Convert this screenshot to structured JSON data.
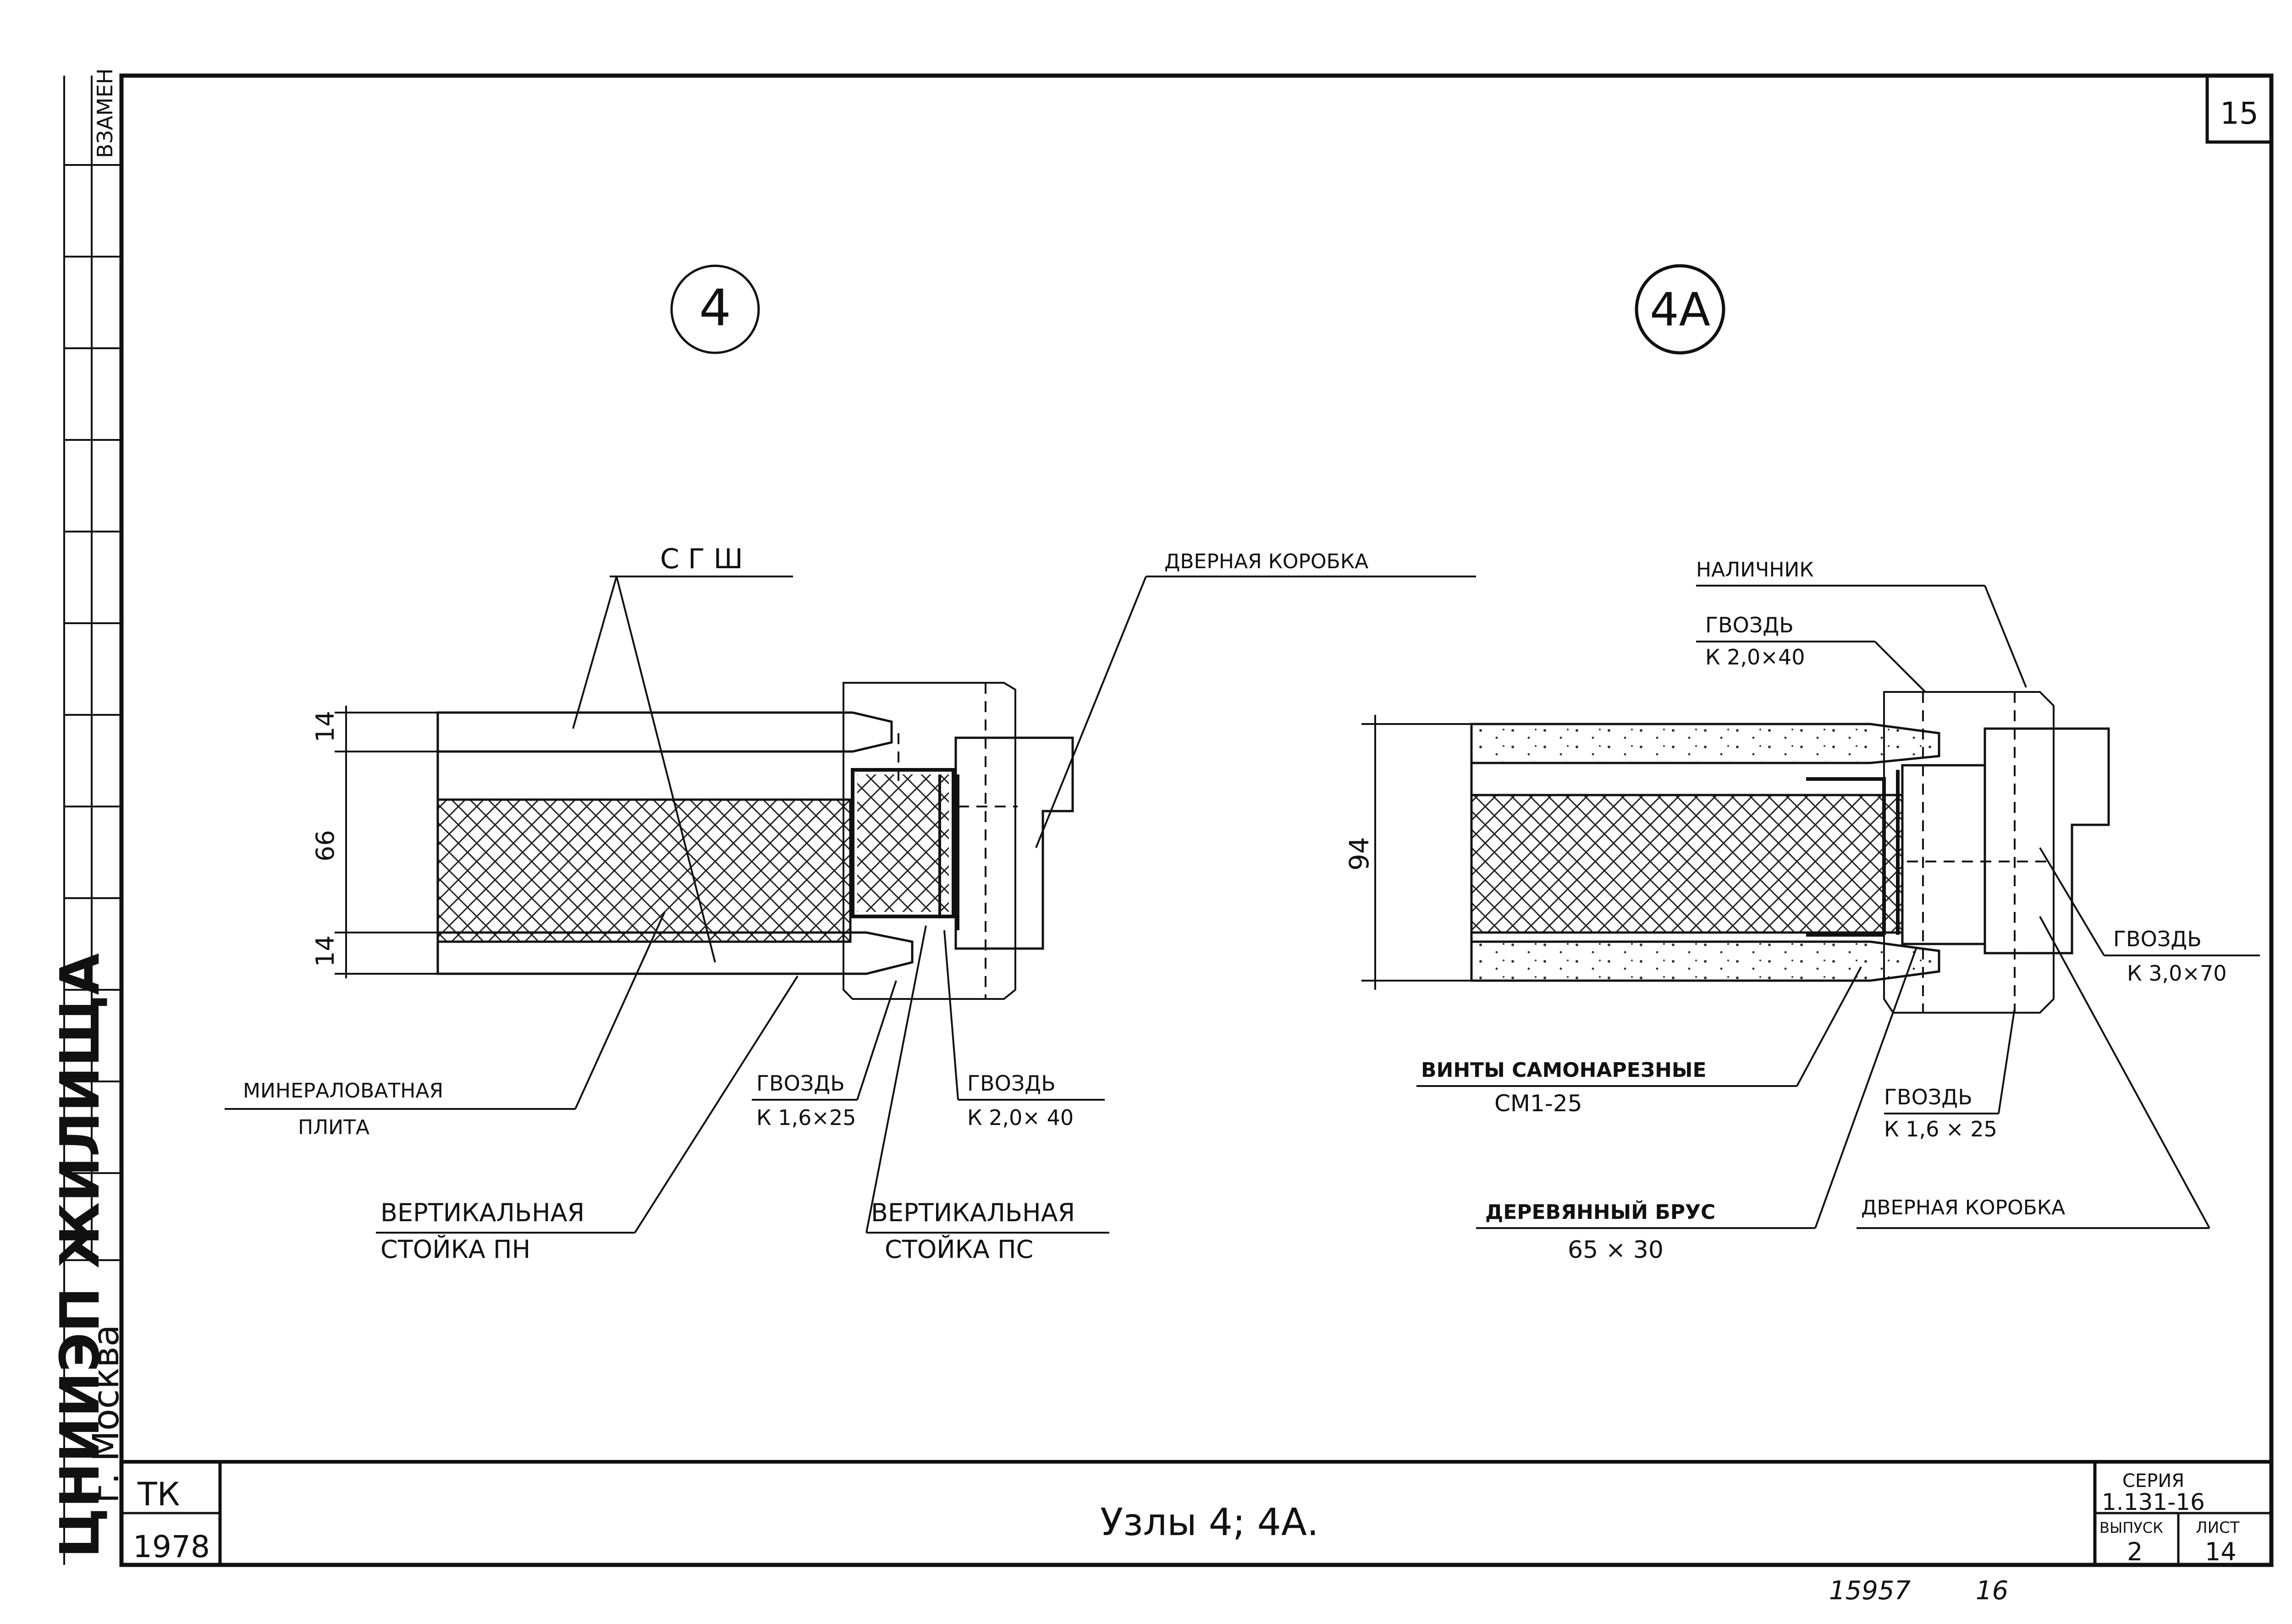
{
  "sheet_number": "15",
  "left_strip": {
    "organization": "ЦНИИЭП ЖИЛИЩА",
    "city": "г. Москва",
    "field_label": "ВЗАМЕН"
  },
  "detail_4": {
    "marker": "4",
    "labels": {
      "sgsh": "С Г Ш",
      "door_box": "ДВЕРНАЯ КОРОБКА",
      "mineral_wool_1": "МИНЕРАЛОВАТНАЯ",
      "mineral_wool_2": "ПЛИТА",
      "vert_pn_1": "ВЕРТИКАЛЬНАЯ",
      "vert_pn_2": "СТОЙКА  ПН",
      "nail_small_1": "ГВОЗДЬ",
      "nail_small_2": "К 1,6×25",
      "nail_large_1": "ГВОЗДЬ",
      "nail_large_2": "К 2,0× 40",
      "vert_ps_1": "ВЕРТИКАЛЬНАЯ",
      "vert_ps_2": "СТОЙКА  ПС"
    },
    "dimensions": {
      "top": "14",
      "middle": "66",
      "bottom": "14"
    }
  },
  "detail_4a": {
    "marker": "4А",
    "labels": {
      "casing": "НАЛИЧНИК",
      "nail_top_1": "ГВОЗДЬ",
      "nail_top_2": "К 2,0×40",
      "nail_right_1": "ГВОЗДЬ",
      "nail_right_2": "К 3,0×70",
      "screws_1": "ВИНТЫ САМОНАРЕЗНЫЕ",
      "screws_2": "СМ1-25",
      "nail_bottom_1": "ГВОЗДЬ",
      "nail_bottom_2": "К 1,6 × 25",
      "beam_1": "ДЕРЕВЯННЫЙ БРУС",
      "beam_2": "65 × 30",
      "door_box": "ДВЕРНАЯ КОРОБКА"
    },
    "dimensions": {
      "total": "94"
    }
  },
  "title_block": {
    "code": "ТК",
    "year": "1978",
    "title": "Узлы  4; 4А.",
    "series_label": "СЕРИЯ",
    "series_value": "1.131-16",
    "issue_label": "ВЫПУСК",
    "issue_value": "2",
    "sheet_label": "ЛИСТ",
    "sheet_value": "14"
  },
  "footer": {
    "archive_number": "15957",
    "page": "16"
  }
}
